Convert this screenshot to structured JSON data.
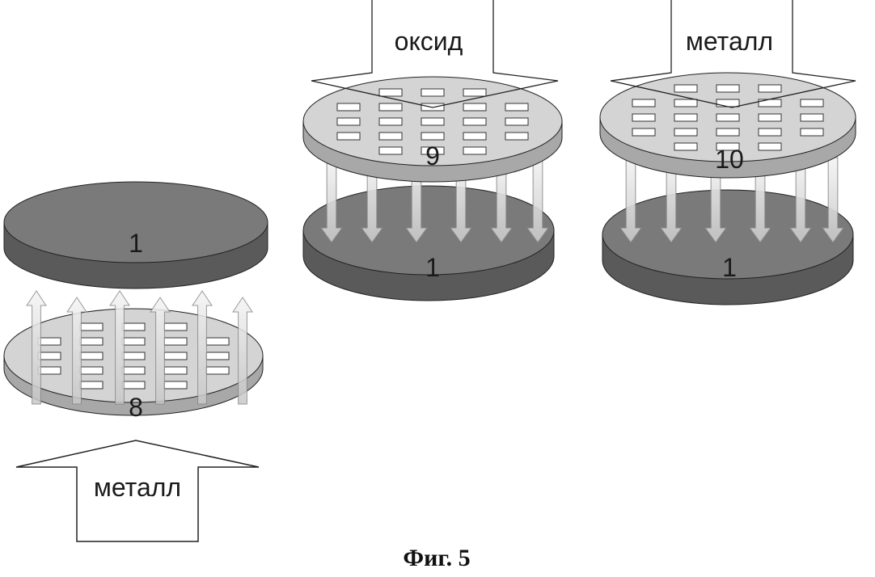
{
  "figure": {
    "caption": "Фиг. 5",
    "left_group": {
      "top_disk_label": "1",
      "bottom_disk_label": "8",
      "arrow_label": "металл"
    },
    "middle_group": {
      "source_label": "оксид",
      "mask_disk_label": "9",
      "substrate_label": "1"
    },
    "right_group": {
      "source_label": "металл",
      "mask_disk_label": "10",
      "substrate_label": "1"
    }
  },
  "colors": {
    "substrate_top": "#7a7a7a",
    "substrate_side": "#5a5a5a",
    "mask_top": "#d4d4d4",
    "mask_side": "#a8a8a8",
    "outline": "#222222"
  }
}
